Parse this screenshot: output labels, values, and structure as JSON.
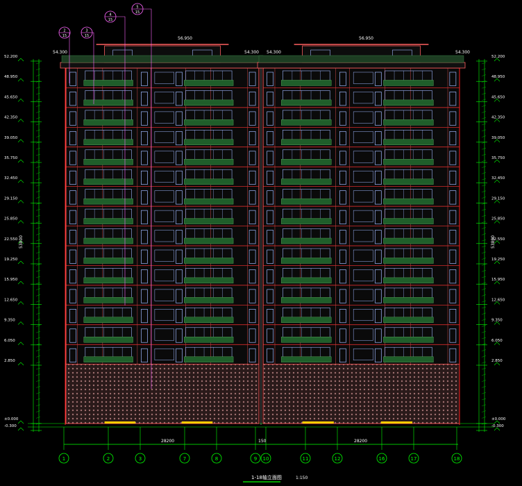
{
  "drawing": {
    "title": "1-18轴立面图",
    "scale": "1:150",
    "total_width": "28200",
    "center_gap": "150",
    "total_height_left": "53800",
    "total_height_right": "53800"
  },
  "colors": {
    "background": "#000000",
    "dim": "#00ff00",
    "axis": "#00ff00",
    "facade_frame": "#ff6060",
    "slab": "#ff3030",
    "window": "#9fb8ff",
    "balcony": "#1f5e2a",
    "text": "#ffffff",
    "callout": "#ff66ff"
  },
  "axes": [
    "1",
    "2",
    "3",
    "7",
    "8",
    "9",
    "10",
    "11",
    "12",
    "16",
    "17",
    "18"
  ],
  "roof_tags": [
    "56.950",
    "56.950"
  ],
  "top_left_level": "54.300",
  "top_right_level": "54.300",
  "mid_levels": [
    "54.300",
    "54.300"
  ],
  "levels": [
    "52.200",
    "48.950",
    "45.650",
    "42.350",
    "39.050",
    "35.750",
    "32.450",
    "29.150",
    "25.850",
    "22.550",
    "19.250",
    "15.950",
    "12.650",
    "9.350",
    "6.050",
    "2.850",
    "±0.000",
    "-0.300"
  ],
  "callouts": [
    {
      "top": "5",
      "bottom": "15"
    },
    {
      "top": "4",
      "bottom": "15"
    },
    {
      "top": "3",
      "bottom": "15"
    },
    {
      "top": "2",
      "bottom": "15"
    }
  ]
}
